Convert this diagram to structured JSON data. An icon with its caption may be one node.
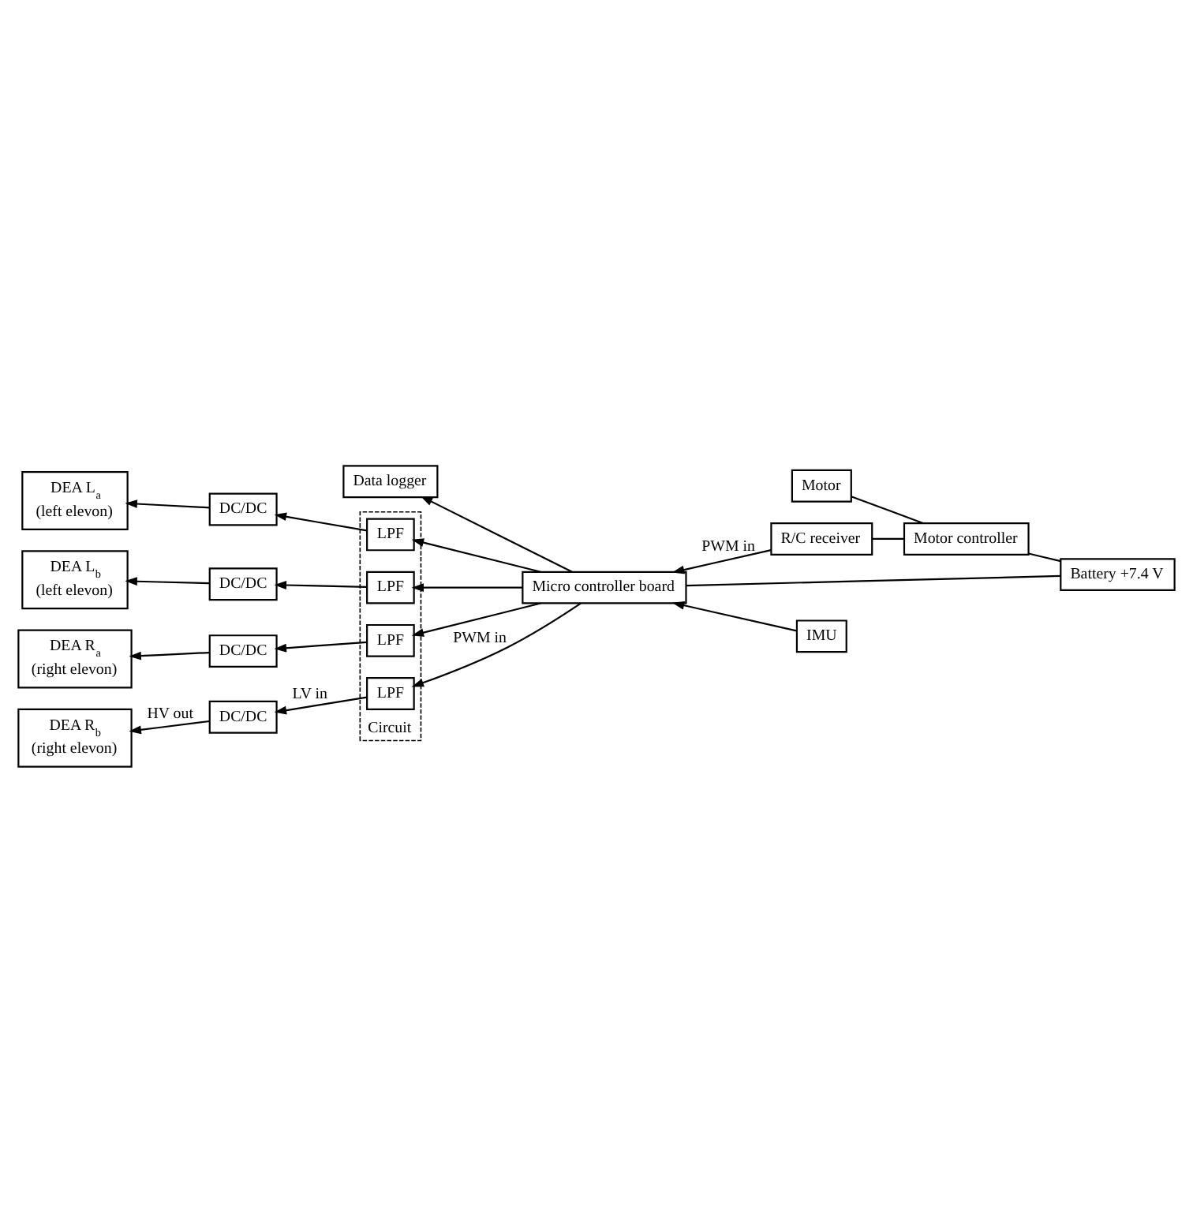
{
  "diagram": {
    "nodes": [
      {
        "text": [
          "Battery +7.4 V"
        ]
      },
      {
        "text": [
          "Motor controller"
        ]
      },
      {
        "text": [
          "Motor"
        ]
      },
      {
        "text": [
          "R/C receiver"
        ]
      },
      {
        "text": [
          "Data logger"
        ]
      },
      {
        "text": [
          "IMU"
        ]
      },
      {
        "text": [
          "Micro controller board"
        ]
      },
      {
        "text": [
          "Circuit"
        ]
      },
      {
        "text": [
          "LPF"
        ],
        "in": 7
      },
      {
        "text": [
          "LPF"
        ],
        "in": 7
      },
      {
        "text": [
          "LPF"
        ],
        "in": 7
      },
      {
        "text": [
          "LPF"
        ],
        "in": 7
      },
      {
        "text": [
          "DC/DC"
        ]
      },
      {
        "text": [
          "DC/DC"
        ]
      },
      {
        "text": [
          "DC/DC"
        ]
      },
      {
        "text": [
          "DC/DC"
        ]
      },
      {
        "text": [
          "DEA L$_{a}$",
          "(left elevon)"
        ]
      },
      {
        "text": [
          "DEA L$_{b}$",
          "(left elevon)"
        ]
      },
      {
        "text": [
          "DEA R$_{a}$",
          "(right elevon)"
        ]
      },
      {
        "text": [
          "DEA R$_{b}$",
          "(right elevon)"
        ]
      }
    ],
    "edges": [
      {
        "from": 0,
        "to": 1,
        "arrow": "none"
      },
      {
        "from": 1,
        "to": 2,
        "arrow": "none"
      },
      {
        "from": 1,
        "to": 3,
        "arrow": "none"
      },
      {
        "from": 0,
        "to": 6,
        "arrow": "none"
      },
      {
        "from": 3,
        "to": 6,
        "arrow": "to",
        "label": "PWM in"
      },
      {
        "from": 6,
        "to": 4,
        "arrow": "to"
      },
      {
        "from": 5,
        "to": 6,
        "arrow": "to"
      },
      {
        "from": 6,
        "to": 8,
        "arrow": "to"
      },
      {
        "from": 6,
        "to": 9,
        "arrow": "to"
      },
      {
        "from": 6,
        "to": 10,
        "arrow": "to"
      },
      {
        "from": 6,
        "to": 11,
        "arrow": "to",
        "label": "PWM in"
      },
      {
        "from": 8,
        "to": 12,
        "arrow": "to"
      },
      {
        "from": 9,
        "to": 13,
        "arrow": "to"
      },
      {
        "from": 10,
        "to": 14,
        "arrow": "to"
      },
      {
        "from": 11,
        "to": 15,
        "arrow": "to",
        "label": "LV in"
      },
      {
        "from": 12,
        "to": 16,
        "arrow": "to"
      },
      {
        "from": 13,
        "to": 17,
        "arrow": "to"
      },
      {
        "from": 14,
        "to": 18,
        "arrow": "to"
      },
      {
        "from": 15,
        "to": 19,
        "arrow": "to",
        "label": "HV out"
      }
    ]
  }
}
